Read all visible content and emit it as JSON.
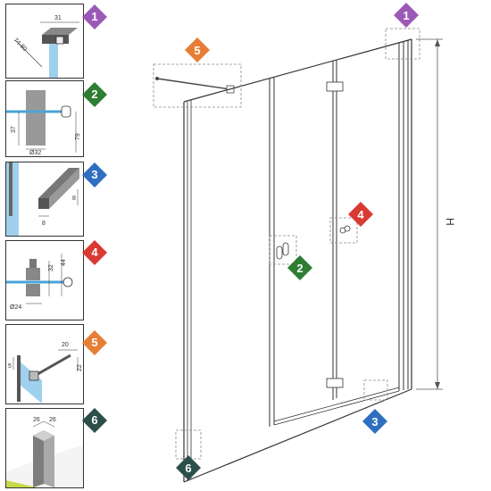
{
  "colors": {
    "purple": "#9b59b6",
    "green": "#2e7d32",
    "blue": "#2f6fbf",
    "red": "#d93a32",
    "orange": "#e67e36",
    "darkgreen": "#2c4f4a",
    "glass": "#cfe8f5"
  },
  "details": [
    {
      "number": "1",
      "color": "purple",
      "dims": [
        "31",
        "74-80"
      ]
    },
    {
      "number": "2",
      "color": "green",
      "dims": [
        "37",
        "Ø32",
        "79"
      ]
    },
    {
      "number": "3",
      "color": "blue",
      "dims": [
        "8",
        "8"
      ]
    },
    {
      "number": "4",
      "color": "red",
      "dims": [
        "32",
        "44",
        "Ø24"
      ]
    },
    {
      "number": "5",
      "color": "orange",
      "dims": [
        "20",
        "5",
        "22"
      ]
    },
    {
      "number": "6",
      "color": "darkgreen",
      "dims": [
        "26",
        "26"
      ]
    }
  ],
  "main": {
    "height_label": "H",
    "callouts": [
      "1",
      "5",
      "4",
      "2",
      "3",
      "6"
    ]
  }
}
